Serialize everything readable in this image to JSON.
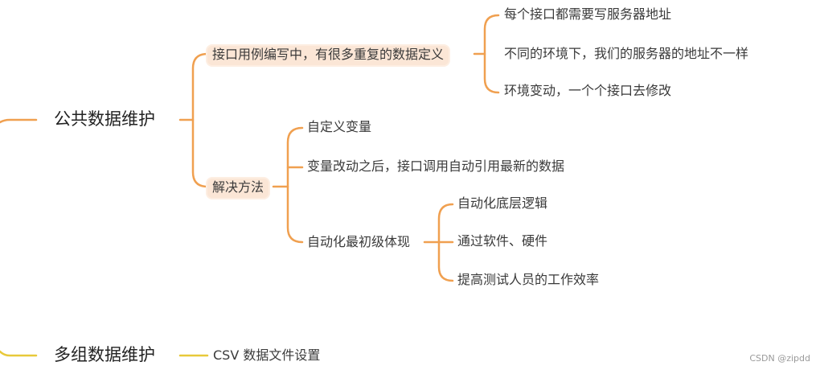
{
  "mindmap": {
    "branch1": {
      "title": "公共数据维护",
      "topic1": {
        "label": "接口用例编写中，有很多重复的数据定义",
        "items": [
          "每个接口都需要写服务器地址",
          "不同的环境下，我们的服务器的地址不一样",
          "环境变动，一个个接口去修改"
        ]
      },
      "topic2": {
        "label": "解决方法",
        "items": [
          "自定义变量",
          "变量改动之后，接口调用自动引用最新的数据"
        ],
        "sub": {
          "label": "自动化最初级体现",
          "items": [
            "自动化底层逻辑",
            "通过软件、硬件",
            "提高测试人员的工作效率"
          ]
        }
      }
    },
    "branch2": {
      "title": "多组数据维护",
      "item": "CSV 数据文件设置"
    }
  },
  "colors": {
    "branch1": "#f0a050",
    "branch2": "#e8c93a",
    "highlight": "#fbe6d6"
  },
  "watermark": "CSDN @zipdd"
}
